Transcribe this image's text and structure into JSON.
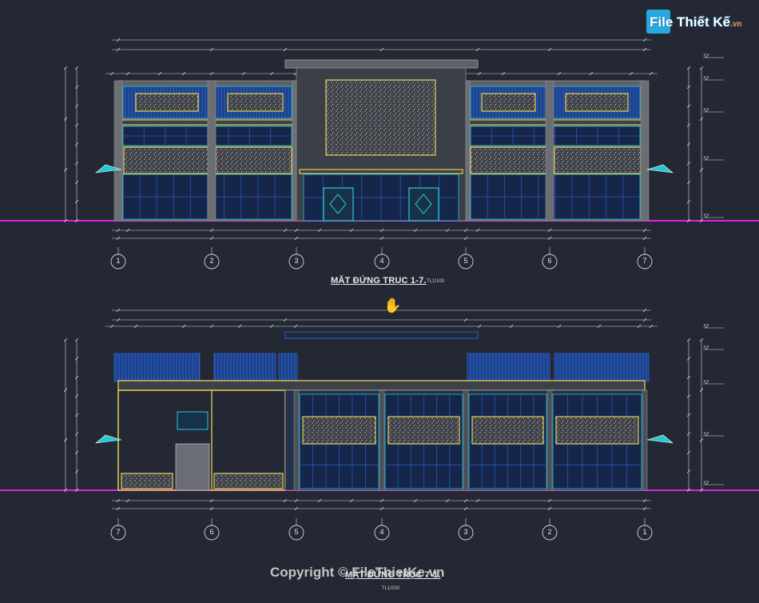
{
  "watermark": {
    "brand": "FileThietKe.vn",
    "brand_main": "File Thiết Kế",
    "brand_suffix": ".vn"
  },
  "drawing_top": {
    "title": "MẶT ĐỨNG TRỤC 1-7.",
    "scale": "TL1/100",
    "axes": [
      "1",
      "2",
      "3",
      "4",
      "5",
      "6",
      "7"
    ]
  },
  "drawing_bottom": {
    "title": "MẶT ĐỨNG TRỤC 7-1.",
    "scale": "TL1/200",
    "axes": [
      "7",
      "6",
      "5",
      "4",
      "3",
      "2",
      "1"
    ]
  },
  "copyright": "Copyright © FileThietKe.vn",
  "colors": {
    "background": "#232834",
    "wall_grey": "#5e6266",
    "glass_blue": "#1f4fa0",
    "cyan": "#27c8d4",
    "yellow": "#e6d15a",
    "ground_magenta": "#e020e0",
    "dim_line": "#d8d8d8"
  },
  "icons": {
    "cursor": "hand-cursor-icon"
  }
}
